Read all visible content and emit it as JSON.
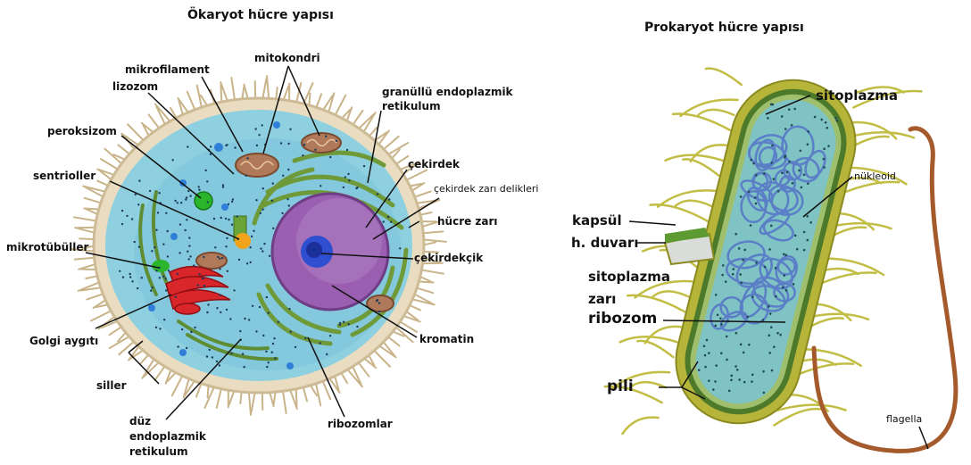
{
  "eukaryote": {
    "title": "Ökaryot hücre yapısı",
    "labels": {
      "mikrofilament": "mikrofilament",
      "lizozom": "lizozom",
      "mitokondri": "mitokondri",
      "granullu_er_1": "granüllü endoplazmik",
      "granullu_er_2": "retikulum",
      "peroksizom": "peroksizom",
      "cekirdek": "çekirdek",
      "cekirdek_zari_delikleri": "çekirdek zarı delikleri",
      "sentrioller": "sentrioller",
      "hucre_zari": "hücre zarı",
      "mikrotubuller": "mikrotübüller",
      "cekirdekcik": "çekirdekçik",
      "golgi": "Golgi aygıtı",
      "kromatin": "kromatin",
      "siller": "siller",
      "duz_er_1": "düz",
      "duz_er_2": "endoplazmik",
      "duz_er_3": "retikulum",
      "ribozomlar": "ribozomlar"
    }
  },
  "prokaryote": {
    "title": "Prokaryot hücre yapısı",
    "labels": {
      "sitoplazma": "sitoplazma",
      "nukleoid": "nükleoid",
      "kapsul": "kapsül",
      "h_duvari": "h. duvarı",
      "sitoplazma_zari_1": "sitoplazma",
      "sitoplazma_zari_2": "zarı",
      "ribozom": "ribozom",
      "pili": "pili",
      "flagella": "flagella"
    }
  },
  "colors": {
    "cilia": "#c9b48a",
    "cytoplasm": "#8fd0e0",
    "nucleus": "#9a5fb0",
    "nucleolus": "#2d4fd0",
    "er_green": "#6f9a3a",
    "golgi": "#d8262a",
    "mitochondria": "#b07a5a",
    "bacteria_wall": "#b6b53a",
    "bacteria_inner": "#7fc3c4",
    "nucleoid": "#5b7fc7",
    "flagella": "#a55a2c"
  }
}
